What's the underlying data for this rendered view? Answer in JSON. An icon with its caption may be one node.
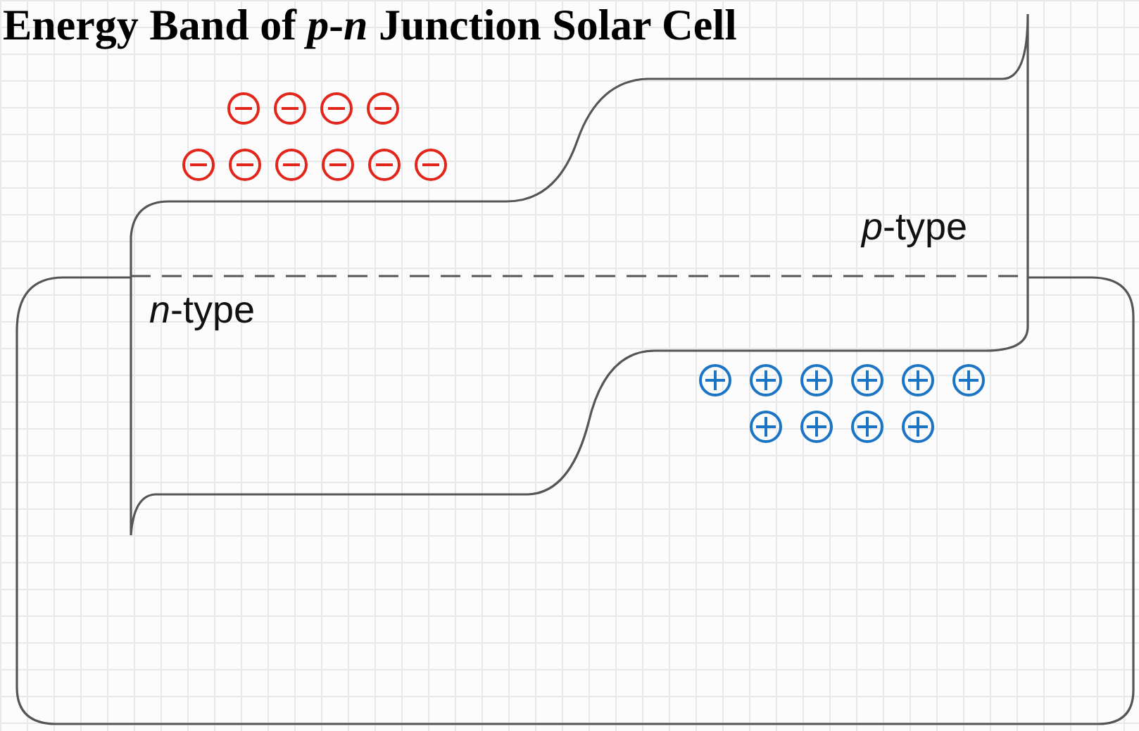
{
  "diagram": {
    "title": "Energy Band of *p*-*n* Junction Solar Cell",
    "labels": [
      "*p*-type",
      "*n*-type"
    ]
  }
}
